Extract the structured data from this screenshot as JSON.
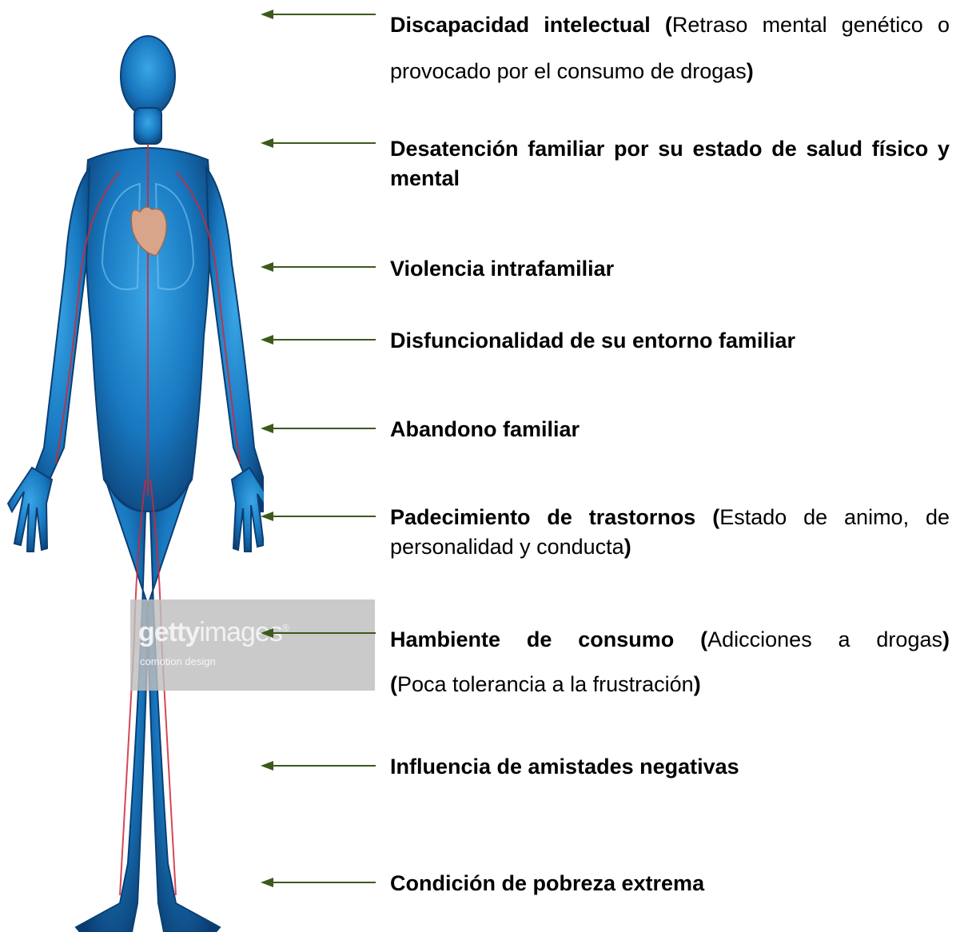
{
  "watermark": {
    "brand_a": "getty",
    "brand_b": "images",
    "reg": "®",
    "sub": "comotion design"
  },
  "items": [
    {
      "bold": "Discapacidad intelectual",
      "detail_open": "(",
      "detail": "Retraso mental genético o provocado por el consumo de drogas",
      "detail_close": ")"
    },
    {
      "bold": "Desatención familiar por su estado de salud físico y mental"
    },
    {
      "bold": "Violencia intrafamiliar"
    },
    {
      "bold": "Disfuncionalidad de su entorno familiar"
    },
    {
      "bold": "Abandono familiar"
    },
    {
      "bold": "Padecimiento de trastornos",
      "detail_open": "(",
      "detail": "Estado de animo, de personalidad y conducta",
      "detail_close": ")"
    },
    {
      "bold": "Hambiente de consumo",
      "detail_open": "(",
      "detail": "Adicciones a drogas",
      "detail_close": ")",
      "detail2_open": "(",
      "detail2": "Poca tolerancia a la frustración",
      "detail2_close": ")"
    },
    {
      "bold": "Influencia de amistades negativas"
    },
    {
      "bold": "Condición de pobreza extrema"
    }
  ],
  "colors": {
    "arrow": "#3b5a1c",
    "body": "#1a7fc8",
    "body_dark": "#0a3f73",
    "vessel": "#d0283a"
  }
}
